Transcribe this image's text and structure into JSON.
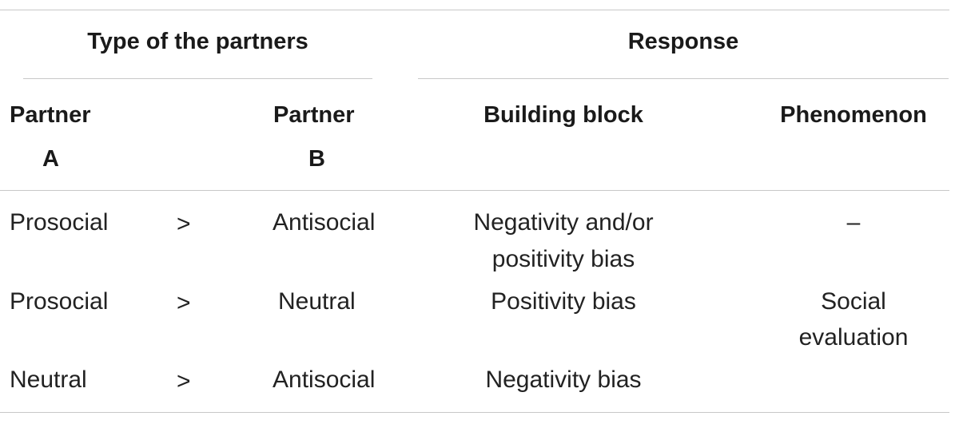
{
  "table": {
    "group_headers": {
      "partners": "Type of the partners",
      "response": "Response"
    },
    "column_headers": {
      "partner_a_line1": "Partner",
      "partner_a_line2": "A",
      "partner_b_line1": "Partner",
      "partner_b_line2": "B",
      "building_block": "Building block",
      "phenomenon": "Phenomenon"
    },
    "rows": [
      {
        "partner_a": "Prosocial",
        "comparator": ">",
        "partner_b": "Antisocial",
        "building_block_line1": "Negativity and/or",
        "building_block_line2": "positivity bias",
        "phenomenon_line1": "–",
        "phenomenon_line2": ""
      },
      {
        "partner_a": "Prosocial",
        "comparator": ">",
        "partner_b": "Neutral",
        "building_block_line1": "Positivity bias",
        "building_block_line2": "",
        "phenomenon_line1": "Social",
        "phenomenon_line2": "evaluation"
      },
      {
        "partner_a": "Neutral",
        "comparator": ">",
        "partner_b": "Antisocial",
        "building_block_line1": "Negativity bias",
        "building_block_line2": "",
        "phenomenon_line1": "",
        "phenomenon_line2": ""
      }
    ],
    "colors": {
      "rule": "#c8c8c8",
      "text": "#222222"
    }
  }
}
